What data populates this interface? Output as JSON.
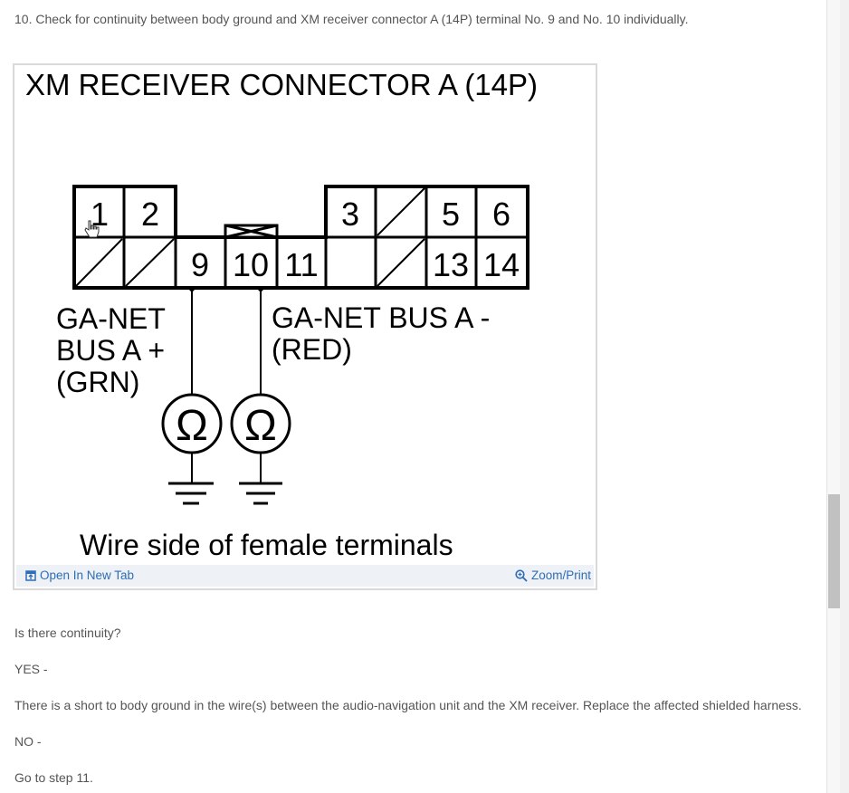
{
  "step_instruction": "10. Check for continuity between body ground and XM receiver connector A (14P) terminal No. 9 and No. 10 individually.",
  "figure": {
    "title": "XM RECEIVER CONNECTOR A (14P)",
    "terminals_top": [
      "1",
      "2",
      "3",
      "5",
      "6"
    ],
    "terminals_bottom": [
      "9",
      "10",
      "11",
      "13",
      "14"
    ],
    "wire_left_label_line1": "GA-NET",
    "wire_left_label_line2": "BUS A +",
    "wire_left_label_line3": "(GRN)",
    "wire_right_label_line1": "GA-NET BUS A -",
    "wire_right_label_line2": "(RED)",
    "meter_symbol": "Ω",
    "caption": "Wire side of female terminals",
    "open_in_new_tab": "Open In New Tab",
    "zoom_print": "Zoom/Print"
  },
  "question": "Is there continuity?",
  "yes_label": "YES -",
  "yes_text": "There is a short to body ground in the wire(s) between the audio-navigation unit and the XM receiver. Replace the affected shielded harness.",
  "no_label": "NO -",
  "no_text": "Go to step 11.",
  "colors": {
    "text": "#555555",
    "link": "#2f6db5",
    "toolbar_bg": "#eef1f5",
    "frame_border": "#d9d9d9"
  },
  "icons": [
    "open-new-tab-icon",
    "zoom-icon",
    "hand-cursor-icon"
  ]
}
